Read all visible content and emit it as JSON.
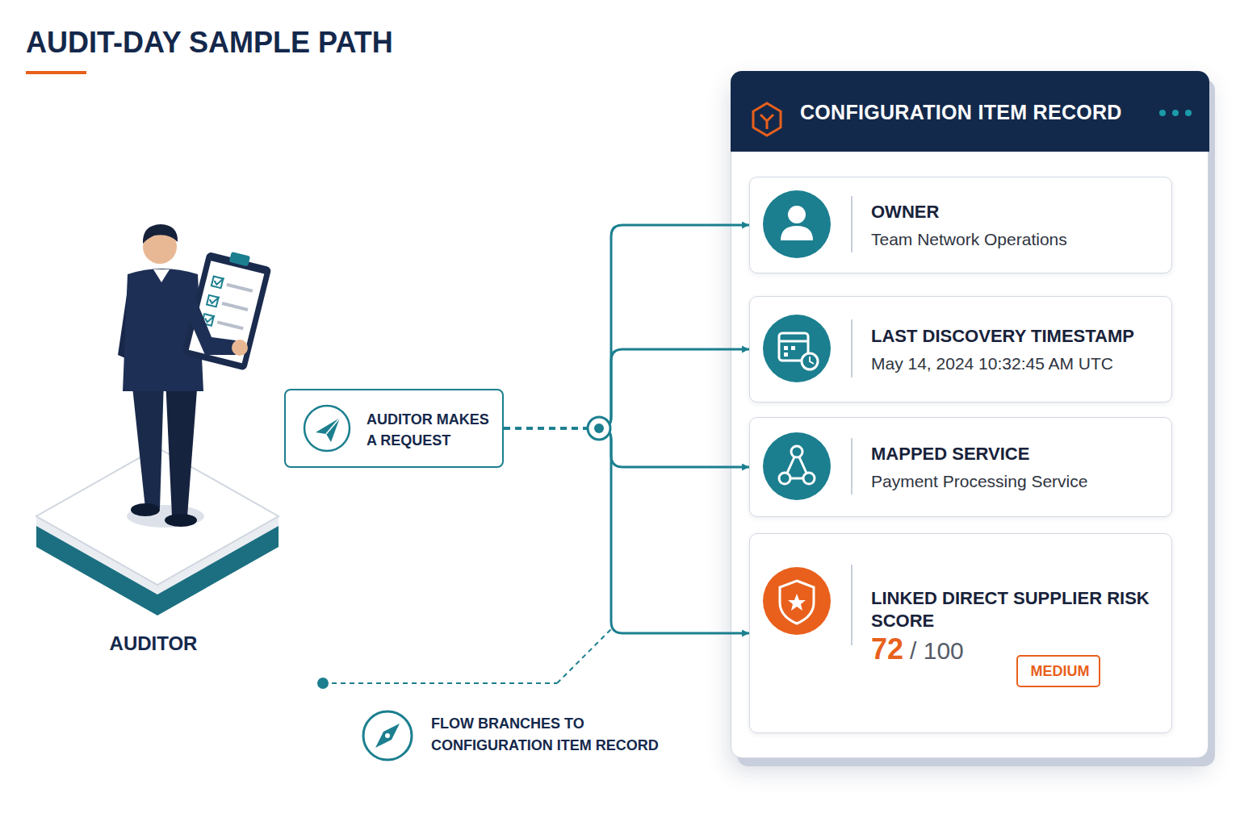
{
  "diagram": {
    "title": "AUDIT-DAY SAMPLE PATH",
    "nodes": [
      {
        "text": [
          "AUDITOR MAKES A REQUEST"
        ]
      },
      {
        "text": [
          "CONFIGURATION ITEM RECORD"
        ]
      },
      {
        "text": [
          "OWNER",
          "Team Network Operations"
        ],
        "in": 1
      },
      {
        "text": [
          "LAST DISCOVERY TIMESTAMP",
          "May 14, 2024 10:32:45 AM UTC"
        ],
        "in": 1
      },
      {
        "text": [
          "MAPPED SERVICE",
          "Payment Processing Service"
        ],
        "in": 1
      },
      {
        "text": [
          "LINKED DIRECT SUPPLIER RISK SCORE",
          "72",
          "/ 100"
        ],
        "in": 1
      },
      {
        "text": [
          "MEDIUM"
        ],
        "in": 5
      }
    ],
    "edges": [
      {
        "from": 0,
        "to": 2,
        "arrow": "to"
      },
      {
        "from": 0,
        "to": 3,
        "arrow": "to"
      },
      {
        "from": 0,
        "to": 4,
        "arrow": "to"
      },
      {
        "from": 0,
        "to": 5,
        "arrow": "to"
      }
    ],
    "labels": [
      "AUDITOR",
      "FLOW BRANCHES TO CONFIGURATION ITEM RECORD"
    ]
  }
}
